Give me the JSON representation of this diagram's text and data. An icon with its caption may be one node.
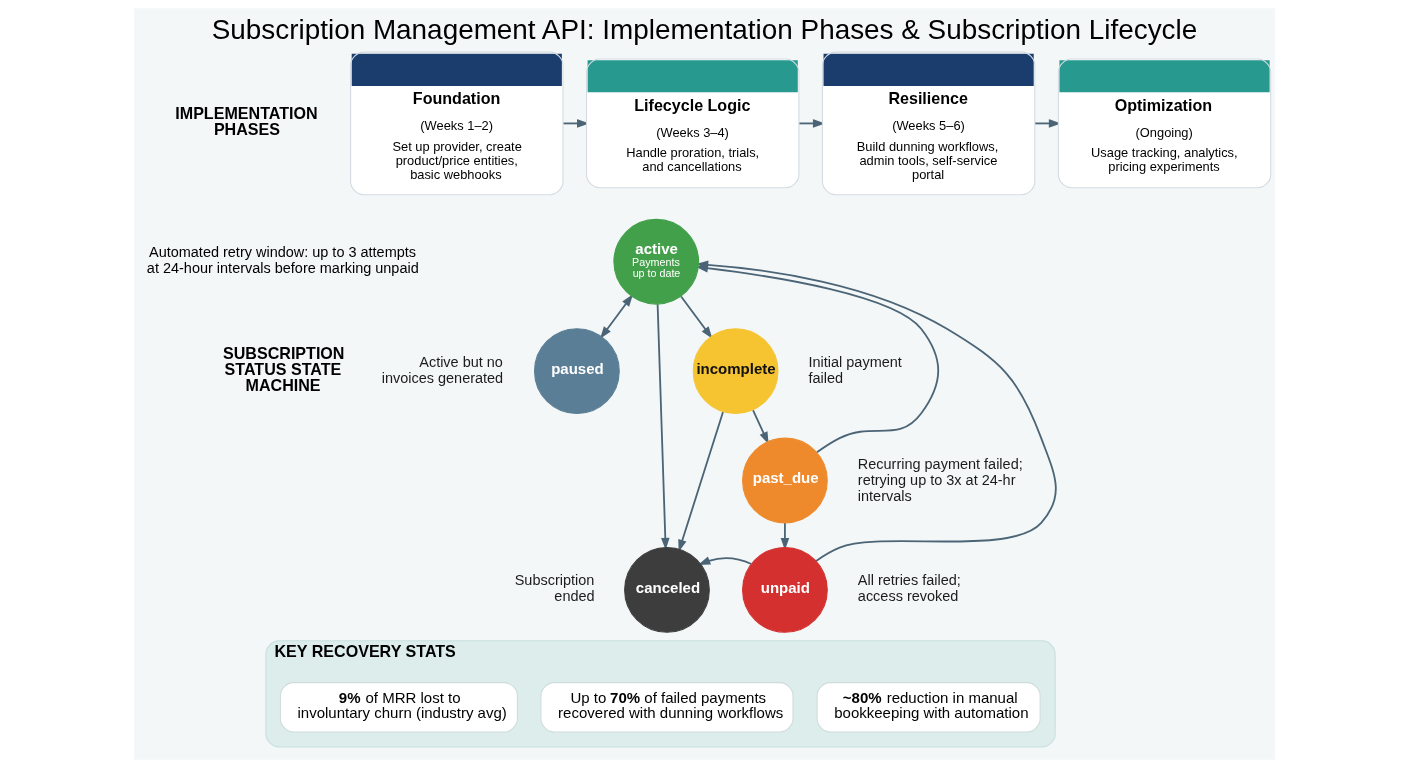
{
  "diagram": {
    "title": "Subscription Management API: Implementation Phases & Subscription Lifecycle",
    "nodes": [
      {
        "text": [
          "Foundation",
          "(Weeks 1–2)",
          "Set up provider, create product/price entities, basic webhooks"
        ]
      },
      {
        "text": [
          "Lifecycle Logic",
          "(Weeks 3–4)",
          "Handle proration, trials, and cancellations"
        ]
      },
      {
        "text": [
          "Resilience",
          "(Weeks 5–6)",
          "Build dunning workflows, admin tools, self-service portal"
        ]
      },
      {
        "text": [
          "Optimization",
          "(Ongoing)",
          "Usage tracking, analytics, pricing experiments"
        ]
      },
      {
        "text": [
          "active",
          "Payments up to date"
        ]
      },
      {
        "text": [
          "incomplete"
        ],
        "beside": [
          "Initial payment failed"
        ]
      },
      {
        "text": [
          "paused"
        ],
        "beside": [
          "Active but no invoices generated"
        ]
      },
      {
        "text": [
          "past_due"
        ],
        "beside": [
          "Recurring payment failed; retrying up to 3x at 24-hr intervals"
        ]
      },
      {
        "text": [
          "canceled"
        ],
        "beside": [
          "Subscription ended"
        ]
      },
      {
        "text": [
          "unpaid"
        ],
        "beside": [
          "All retries failed; access revoked"
        ]
      },
      {
        "text": [
          "KEY RECOVERY STATS"
        ]
      },
      {
        "text": [
          "**9%** of MRR lost to involuntary churn (industry avg)"
        ],
        "in": 10
      },
      {
        "text": [
          "Up to **70%** of failed payments recovered with dunning workflows"
        ],
        "in": 10
      },
      {
        "text": [
          "**~80%** reduction in manual bookkeeping with automation"
        ],
        "in": 10
      }
    ],
    "edges": [
      {
        "from": 0,
        "to": 1,
        "arrow": "to"
      },
      {
        "from": 1,
        "to": 2,
        "arrow": "to"
      },
      {
        "from": 2,
        "to": 3,
        "arrow": "to"
      },
      {
        "from": 4,
        "to": 6,
        "arrow": "both"
      },
      {
        "from": 4,
        "to": 5,
        "arrow": "to"
      },
      {
        "from": 5,
        "to": 7,
        "arrow": "to"
      },
      {
        "from": 7,
        "to": 4,
        "arrow": "to"
      },
      {
        "from": 7,
        "to": 9,
        "arrow": "to"
      },
      {
        "from": 9,
        "to": 8,
        "arrow": "to"
      },
      {
        "from": 4,
        "to": 8,
        "arrow": "to"
      },
      {
        "from": 5,
        "to": 8,
        "arrow": "to"
      },
      {
        "from": 9,
        "to": 4,
        "arrow": "to"
      }
    ],
    "labels": [
      "IMPLEMENTATION PHASES",
      "Automated retry window: up to 3 attempts at 24-hour intervals before marking unpaid",
      "SUBSCRIPTION STATUS STATE MACHINE"
    ]
  }
}
